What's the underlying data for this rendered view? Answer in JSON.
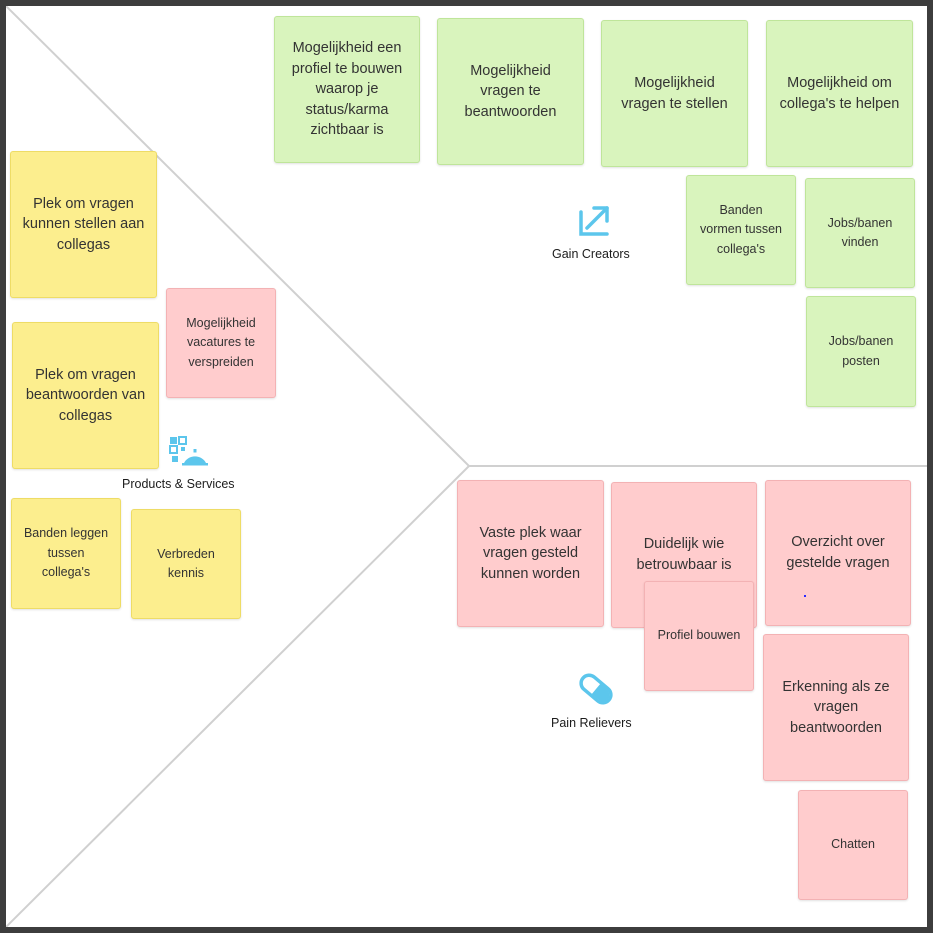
{
  "sections": {
    "gain_creators": {
      "label": "Gain Creators",
      "icon": "arrow-up-right-icon",
      "icon_color": "#5cc6ec"
    },
    "products_services": {
      "label": "Products & Services",
      "icon": "service-bell-icon",
      "icon_color": "#5cc6ec"
    },
    "pain_relievers": {
      "label": "Pain Relievers",
      "icon": "pill-icon",
      "icon_color": "#5cc6ec"
    }
  },
  "notes": {
    "gain1": "Mogelijkheid een profiel te bouwen waarop je status/karma zichtbaar is",
    "gain2": "Mogelijkheid vragen te beantwoorden",
    "gain3": "Mogelijkheid vragen te stellen",
    "gain4": "Mogelijkheid om collega's te helpen",
    "gain5": "Banden vormen tussen collega's",
    "gain6": "Jobs/banen vinden",
    "gain7": "Jobs/banen posten",
    "prod1": "Plek om vragen kunnen stellen aan collegas",
    "prod2": "Plek om vragen beantwoorden van collegas",
    "prod3": "Mogelijkheid vacatures te verspreiden",
    "prod4": "Banden leggen tussen collega's",
    "prod5": "Verbreden kennis",
    "pain1": "Vaste plek waar vragen gesteld kunnen worden",
    "pain2": "Duidelijk wie betrouwbaar is",
    "pain3": "Overzicht over gestelde vragen",
    "pain4": "Profiel bouwen",
    "pain5": "Erkenning als ze vragen beantwoorden",
    "pain6": "Chatten"
  },
  "colors": {
    "green": "#d9f4bd",
    "yellow": "#fcee8e",
    "pink": "#ffcccd",
    "frame": "#3d3d3d",
    "divider": "#d0d0d0"
  }
}
